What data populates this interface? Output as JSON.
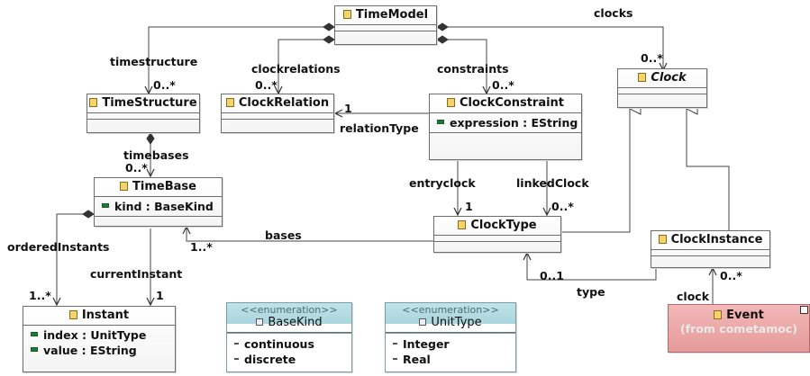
{
  "classes": {
    "time_model": {
      "name": "TimeModel"
    },
    "time_structure": {
      "name": "TimeStructure"
    },
    "clock_relation": {
      "name": "ClockRelation"
    },
    "clock_constraint": {
      "name": "ClockConstraint",
      "attrs": [
        "expression : EString"
      ]
    },
    "clock": {
      "name": "Clock",
      "abstract": true
    },
    "time_base": {
      "name": "TimeBase",
      "attrs": [
        "kind : BaseKind"
      ]
    },
    "clock_type": {
      "name": "ClockType"
    },
    "clock_instance": {
      "name": "ClockInstance"
    },
    "instant": {
      "name": "Instant",
      "attrs": [
        "index : UnitType",
        "value : EString"
      ]
    },
    "event": {
      "name": "Event",
      "from": "(from cometamoc)"
    }
  },
  "enums": {
    "base_kind": {
      "stereotype": "<<enumeration>>",
      "name": "BaseKind",
      "literals": [
        "continuous",
        "discrete"
      ]
    },
    "unit_type": {
      "stereotype": "<<enumeration>>",
      "name": "UnitType",
      "literals": [
        "Integer",
        "Real"
      ]
    }
  },
  "labels": {
    "clocks": "clocks",
    "clocks_mult": "0..*",
    "timestructure": "timestructure",
    "timestructure_mult": "0..*",
    "clockrelations": "clockrelations",
    "clockrelations_mult": "0..*",
    "constraints": "constraints",
    "constraints_mult": "0..*",
    "relation_type": "relationType",
    "relation_type_mult": "1",
    "timebases": "timebases",
    "timebases_mult": "0..*",
    "entryclock": "entryclock",
    "entryclock_mult": "1",
    "linked_clock": "linkedClock",
    "linked_clock_mult": "0..*",
    "bases": "bases",
    "bases_mult": "1..*",
    "ordered_instants": "orderedInstants",
    "ordered_instants_mult": "1..*",
    "current_instant": "currentInstant",
    "current_instant_mult": "1",
    "type": "type",
    "type_mult": "0..1",
    "clock": "clock",
    "clock_mult": "0..*"
  }
}
